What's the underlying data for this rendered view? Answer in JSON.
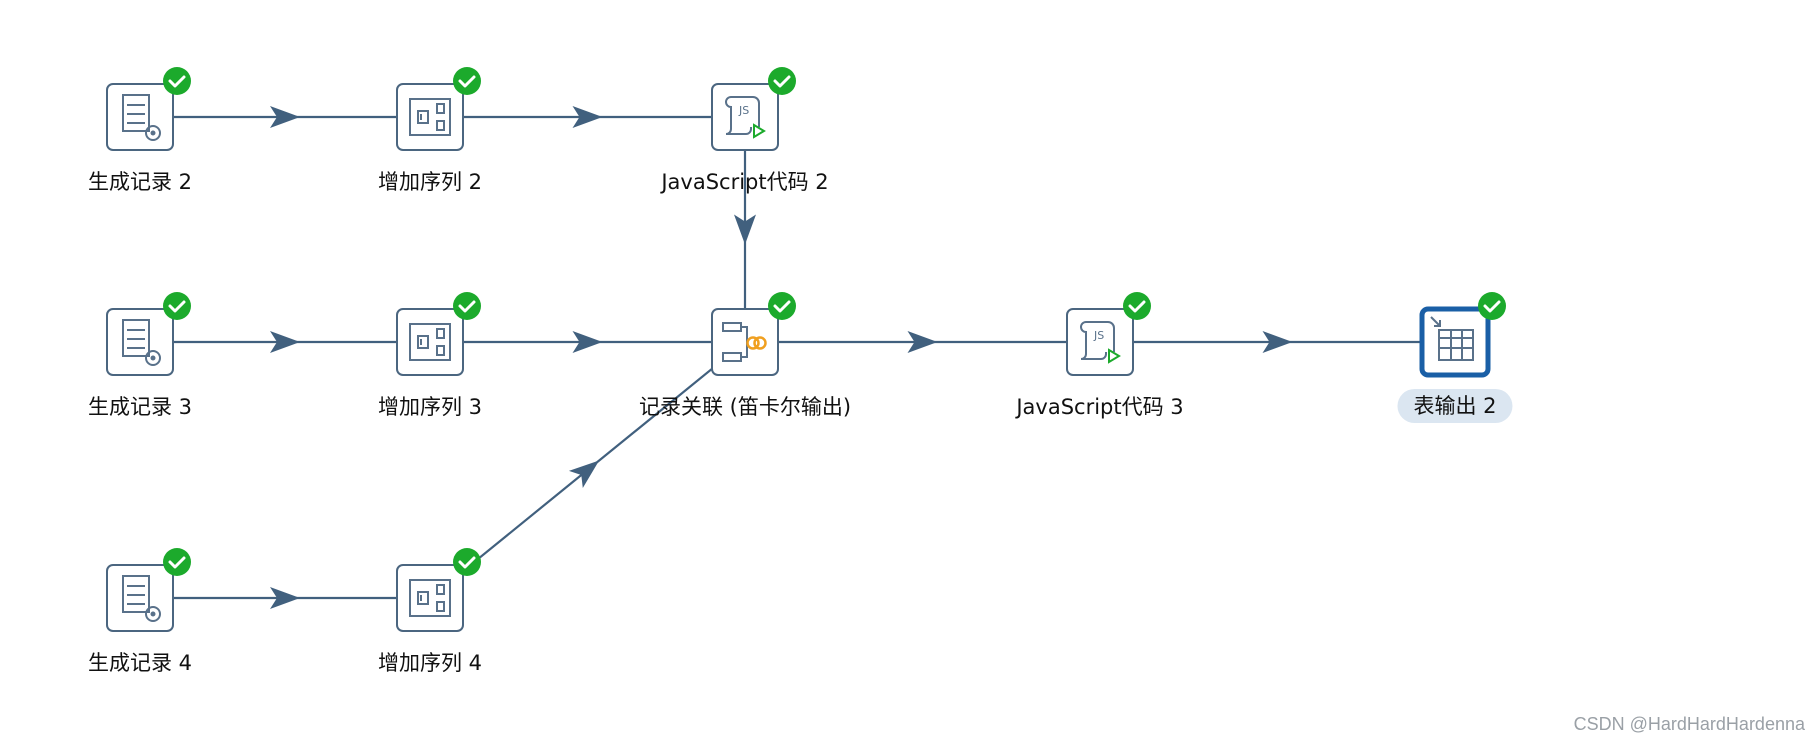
{
  "nodes": [
    {
      "id": "gen2",
      "label": "生成记录 2",
      "kind": "generate-rows",
      "status": "ok"
    },
    {
      "id": "seq2",
      "label": "增加序列 2",
      "kind": "add-sequence",
      "status": "ok"
    },
    {
      "id": "js2",
      "label": "JavaScript代码 2",
      "kind": "javascript",
      "status": "ok"
    },
    {
      "id": "gen3",
      "label": "生成记录 3",
      "kind": "generate-rows",
      "status": "ok"
    },
    {
      "id": "seq3",
      "label": "增加序列 3",
      "kind": "add-sequence",
      "status": "ok"
    },
    {
      "id": "join",
      "label": "记录关联 (笛卡尔输出)",
      "kind": "join",
      "status": "ok"
    },
    {
      "id": "js3",
      "label": "JavaScript代码 3",
      "kind": "javascript",
      "status": "ok"
    },
    {
      "id": "out2",
      "label": "表输出 2",
      "kind": "table-output",
      "status": "ok",
      "selected": true
    },
    {
      "id": "gen4",
      "label": "生成记录 4",
      "kind": "generate-rows",
      "status": "ok"
    },
    {
      "id": "seq4",
      "label": "增加序列 4",
      "kind": "add-sequence",
      "status": "ok"
    }
  ],
  "hops": [
    {
      "from": "gen2",
      "to": "seq2"
    },
    {
      "from": "seq2",
      "to": "js2"
    },
    {
      "from": "js2",
      "to": "join"
    },
    {
      "from": "gen3",
      "to": "seq3"
    },
    {
      "from": "seq3",
      "to": "join"
    },
    {
      "from": "join",
      "to": "js3"
    },
    {
      "from": "js3",
      "to": "out2"
    },
    {
      "from": "gen4",
      "to": "seq4"
    },
    {
      "from": "seq4",
      "to": "join"
    }
  ],
  "watermark": "CSDN @HardHardHardenna",
  "colors": {
    "hop": "#41607e",
    "ok_badge": "#1caa2c",
    "selected_border": "#1a5fa6",
    "selected_label_bg": "#dbe6f1"
  }
}
